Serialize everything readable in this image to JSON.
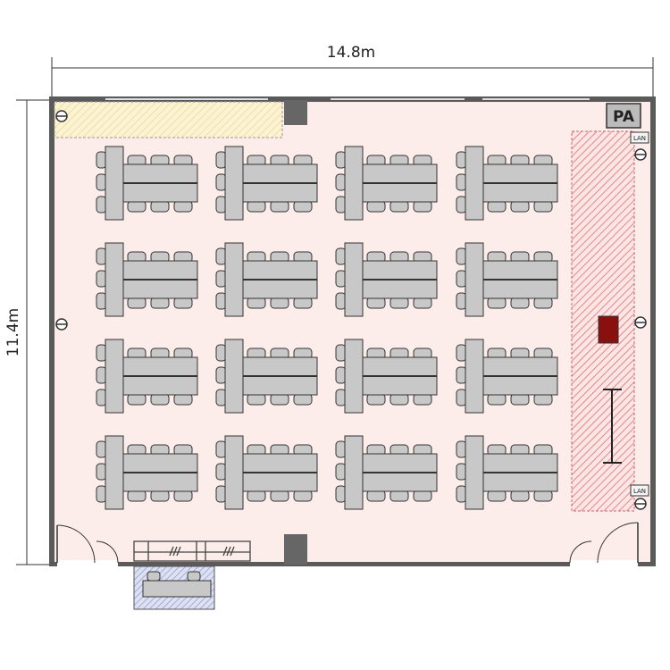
{
  "dimensions": {
    "width_label": "14.8m",
    "height_label": "11.4m"
  },
  "labels": {
    "pa": "PA",
    "lan": "LAN"
  },
  "layout": {
    "table_rows": 4,
    "table_cols": 4,
    "chairs_per_side": 3
  },
  "colors": {
    "floor": "#fcecea",
    "wall": "#555555",
    "table": "#c8c8c8",
    "chair": "#c8c8c8",
    "outline": "#333333",
    "stage_hatch": "#e06a6a",
    "storage_hatch": "#f2dc8a",
    "desk_hatch": "#7b88c4",
    "lectern": "#8a0f0f"
  }
}
